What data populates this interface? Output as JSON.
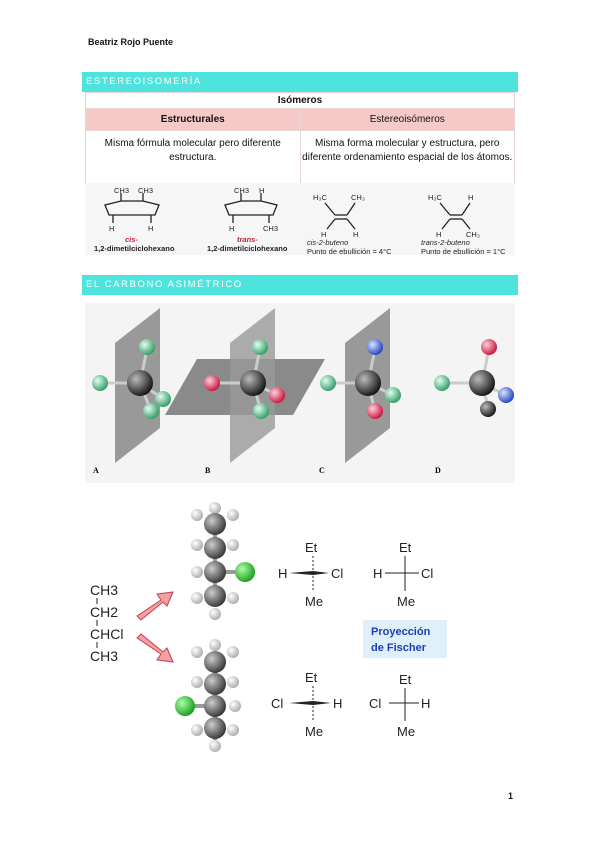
{
  "header": {
    "author": "Beatriz Rojo Puente"
  },
  "section1": {
    "title": "ESTEREOISOMERÍA"
  },
  "table": {
    "title": "Isómeros",
    "col1": "Estructurales",
    "col2": "Estereoisómeros",
    "desc1": "Misma fórmula molecular pero diferente estructura.",
    "desc2": "Misma forma molecular y estructura, pero diferente ordenamiento espacial de los átomos."
  },
  "ring_examples": {
    "cis_label": "cis-",
    "cis_name": "1,2-dimetilciclohexano",
    "trans_label": "trans-",
    "trans_name": "1,2-dimetilciclohexano"
  },
  "butene_examples": {
    "cis_name": "cis-2-buteno",
    "cis_bp": "Punto de ebullición = 4°C",
    "trans_name": "trans-2-buteno",
    "trans_bp": "Punto de ebullición = 1°C"
  },
  "section2": {
    "title": "EL CARBONO ASIMÉTRICO"
  },
  "planes": {
    "label_a": "A",
    "label_b": "B",
    "label_c": "C",
    "label_d": "D"
  },
  "condensed": {
    "line1": "CH3",
    "line2": "CH2",
    "line3": "CHCl",
    "line4": "CH3"
  },
  "fischer": {
    "top": "Et",
    "bottom": "Me",
    "h": "H",
    "cl": "Cl",
    "box_line1": "Proyección",
    "box_line2": "de Fischer"
  },
  "page": {
    "number": "1"
  }
}
